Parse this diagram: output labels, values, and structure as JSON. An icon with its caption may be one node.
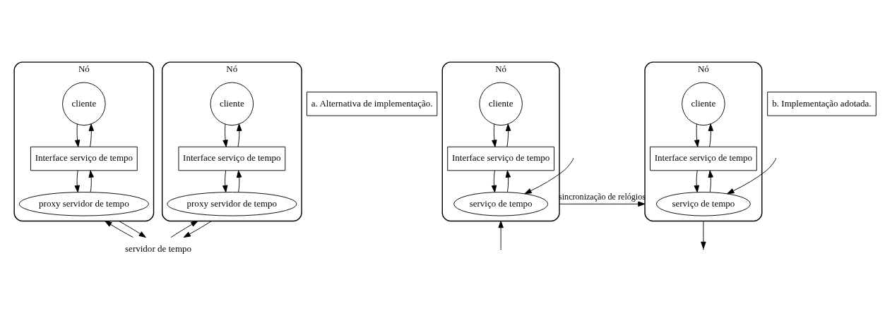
{
  "diagram": {
    "nodes": [
      {
        "text": [
          "Nó"
        ]
      },
      {
        "text": [
          "cliente"
        ],
        "in": 0
      },
      {
        "text": [
          "Interface serviço de tempo"
        ],
        "in": 0
      },
      {
        "text": [
          "proxy servidor de tempo"
        ],
        "in": 0
      },
      {
        "text": [
          "Nó"
        ]
      },
      {
        "text": [
          "cliente"
        ],
        "in": 4
      },
      {
        "text": [
          "Interface serviço de tempo"
        ],
        "in": 4
      },
      {
        "text": [
          "proxy servidor de tempo"
        ],
        "in": 4
      },
      {
        "text": [
          "servidor de tempo"
        ]
      },
      {
        "text": [
          "a. Alternativa de implementação."
        ]
      },
      {
        "text": [
          "Nó"
        ]
      },
      {
        "text": [
          "cliente"
        ],
        "in": 10
      },
      {
        "text": [
          "Interface serviço de tempo"
        ],
        "in": 10
      },
      {
        "text": [
          "serviço de tempo"
        ],
        "in": 10
      },
      {
        "text": [
          "Nó"
        ]
      },
      {
        "text": [
          "cliente"
        ],
        "in": 14
      },
      {
        "text": [
          "Interface serviço de tempo"
        ],
        "in": 14
      },
      {
        "text": [
          "serviço de tempo"
        ],
        "in": 14
      },
      {
        "text": [
          "b. Implementação adotada."
        ]
      }
    ],
    "edges": [
      {
        "from": 1,
        "to": 2,
        "arrow": "to"
      },
      {
        "from": 2,
        "to": 1,
        "arrow": "to"
      },
      {
        "from": 2,
        "to": 3,
        "arrow": "to"
      },
      {
        "from": 3,
        "to": 2,
        "arrow": "to"
      },
      {
        "from": 5,
        "to": 6,
        "arrow": "to"
      },
      {
        "from": 6,
        "to": 5,
        "arrow": "to"
      },
      {
        "from": 6,
        "to": 7,
        "arrow": "to"
      },
      {
        "from": 7,
        "to": 6,
        "arrow": "to"
      },
      {
        "from": 8,
        "to": 0,
        "arrow": "to"
      },
      {
        "from": 0,
        "to": 8,
        "arrow": "to"
      },
      {
        "from": 8,
        "to": 4,
        "arrow": "to"
      },
      {
        "from": 4,
        "to": 8,
        "arrow": "to"
      },
      {
        "from": 11,
        "to": 12,
        "arrow": "to"
      },
      {
        "from": 12,
        "to": 11,
        "arrow": "to"
      },
      {
        "from": 12,
        "to": 13,
        "arrow": "to"
      },
      {
        "from": 13,
        "to": 12,
        "arrow": "to"
      },
      {
        "from": null,
        "to": 13,
        "arrow": "to"
      },
      {
        "from": 15,
        "to": 16,
        "arrow": "to"
      },
      {
        "from": 16,
        "to": 15,
        "arrow": "to"
      },
      {
        "from": 16,
        "to": 17,
        "arrow": "to"
      },
      {
        "from": 17,
        "to": 16,
        "arrow": "to"
      },
      {
        "from": null,
        "to": 17,
        "arrow": "to"
      },
      {
        "from": null,
        "to": 10,
        "arrow": "to"
      },
      {
        "from": 10,
        "to": 14,
        "arrow": "to",
        "label": "sincronização de relógios"
      },
      {
        "from": 14,
        "to": null,
        "arrow": "to"
      }
    ]
  }
}
